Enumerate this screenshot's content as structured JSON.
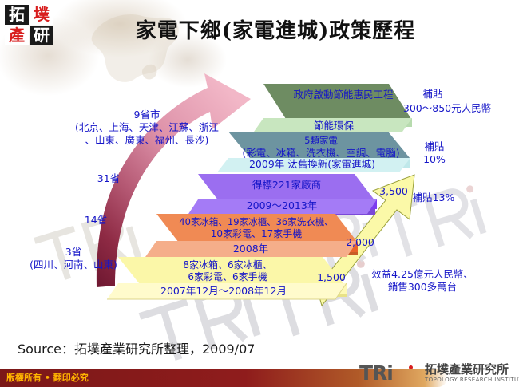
{
  "meta": {
    "title": "家電下鄉(家電進城)政策歷程",
    "source": "Source：拓墣產業研究所整理，2009/07"
  },
  "brand_logo": {
    "char_tl": "拓",
    "char_tr": "墣",
    "char_bl": "產",
    "char_br": "研"
  },
  "stack": {
    "levels": [
      {
        "id": "green-top",
        "color": "#6e8c62",
        "top_text": "政府啟動節能惠民工程",
        "band_color": "#b7dbae",
        "band_text": "節能環保"
      },
      {
        "id": "teal",
        "color": "#6d94a0",
        "top_text_line1": "5類家電",
        "top_text_line2": "(彩電、冰箱、洗衣機、空調、電腦)",
        "band_color": "#bfe8ea",
        "band_text": "2009年 汰舊換新(家電進城)"
      },
      {
        "id": "purple",
        "color": "#9b6ef0",
        "top_text": "得標221家廠商",
        "band_color": "#7d3df0",
        "band_text": "2009～2013年"
      },
      {
        "id": "orange",
        "color": "#f08a54",
        "top_text_line1": "40家冰箱、19家冰櫃、36家洗衣機、",
        "top_text_line2": "10家彩電、17家手機",
        "band_color": "#e8622a",
        "band_text": "2008年"
      },
      {
        "id": "yellow",
        "color": "#fbf7a8",
        "top_text_line1": "8家冰箱、6家冰櫃、",
        "top_text_line2": "6家彩電、6家手機",
        "band_color": "#fdf9b5",
        "band_text": "2007年12月～2008年12月"
      }
    ]
  },
  "left_labels": {
    "provinces_9_title": "9省市",
    "provinces_9_line1": "(北京、上海、天津、江蘇、浙江",
    "provinces_9_line2": "、山東、廣東、福州、長沙)",
    "provinces_31": "31省",
    "provinces_14": "14省",
    "provinces_3_title": "3省",
    "provinces_3_line": "(四川、河南、山東)"
  },
  "right_labels": {
    "subsidy_top_title": "補貼",
    "subsidy_top_value": "300～850元人民幣",
    "subsidy_mid_title": "補貼",
    "subsidy_mid_value": "10%",
    "subsidy_13": "補貼13%"
  },
  "arrow_values": {
    "v_top": "3,500",
    "v_mid": "2,000",
    "v_bottom": "1,500",
    "benefit_line1": "效益4.25億元人民幣、",
    "benefit_line2": "銷售300多萬台"
  },
  "footer": {
    "copyright": "版權所有 • 翻印必究",
    "logo_tri": "TRi",
    "logo_cn": "拓墣產業研究所",
    "logo_en": "TOPOLOGY RESEARCH INSTITUTE"
  },
  "watermark": {
    "text": "TRi"
  },
  "colors": {
    "text_blue": "#1515c8",
    "pink_arrow_light": "#f0a8bc",
    "pink_arrow_dark": "#7d2038",
    "yellow_arrow_fill": "#fbf9a8",
    "yellow_arrow_stroke": "#9aa03c",
    "footer_orange": "#ffb400",
    "brand_red": "#d81e1e"
  }
}
